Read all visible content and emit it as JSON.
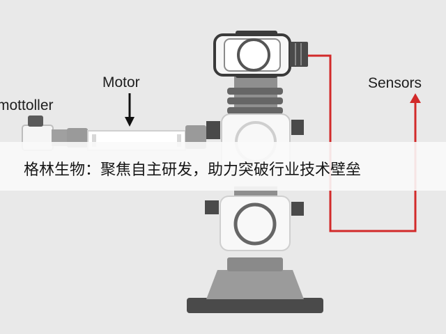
{
  "labels": {
    "controller": "mottoller",
    "motor": "Motor",
    "sensors": "Sensors"
  },
  "caption": "格林生物：聚焦自主研发，助力突破行业技术壁垒",
  "colors": {
    "background": "#e9e9e9",
    "signal_line": "#d22a2a",
    "arrow": "#111111",
    "body_gray": "#9a9a9a",
    "module_white": "#f7f7f7"
  }
}
